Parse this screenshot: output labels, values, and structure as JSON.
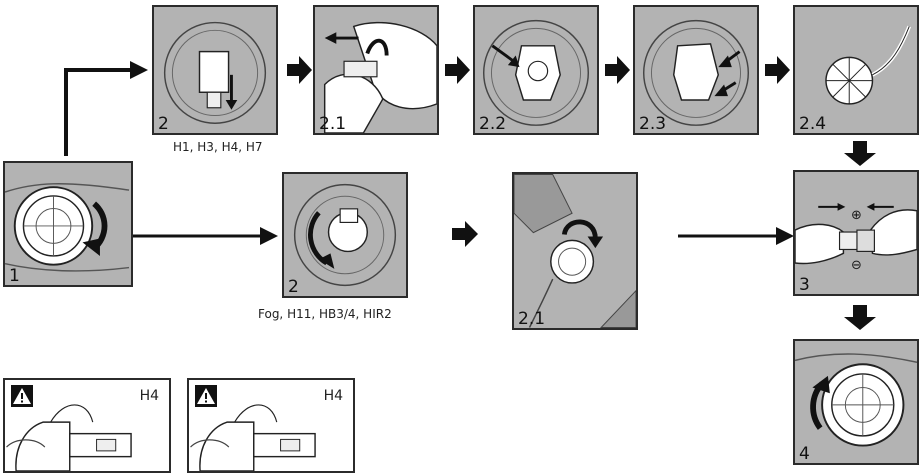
{
  "panels": [
    {
      "id": "p1",
      "step": "1"
    },
    {
      "id": "p2a",
      "step": "2"
    },
    {
      "id": "p2a1",
      "step": "2.1"
    },
    {
      "id": "p2a2",
      "step": "2.2"
    },
    {
      "id": "p2a3",
      "step": "2.3"
    },
    {
      "id": "p2a4",
      "step": "2.4"
    },
    {
      "id": "p2b",
      "step": "2"
    },
    {
      "id": "p2b1",
      "step": "2.1"
    },
    {
      "id": "p3",
      "step": "3"
    },
    {
      "id": "p4",
      "step": "4"
    }
  ],
  "captions": {
    "upper_path": "H1, H3, H4, H7",
    "lower_path": "Fog, H11, HB3/4, HIR2"
  },
  "warnings": [
    {
      "model": "H4",
      "icon": "warning-triangle-icon"
    },
    {
      "model": "H4",
      "icon": "warning-triangle-icon"
    }
  ],
  "connector_symbols": {
    "plus": "⊕",
    "minus": "⊖"
  },
  "colors": {
    "panel_fill": "#b3b3b3",
    "line": "#111111"
  }
}
